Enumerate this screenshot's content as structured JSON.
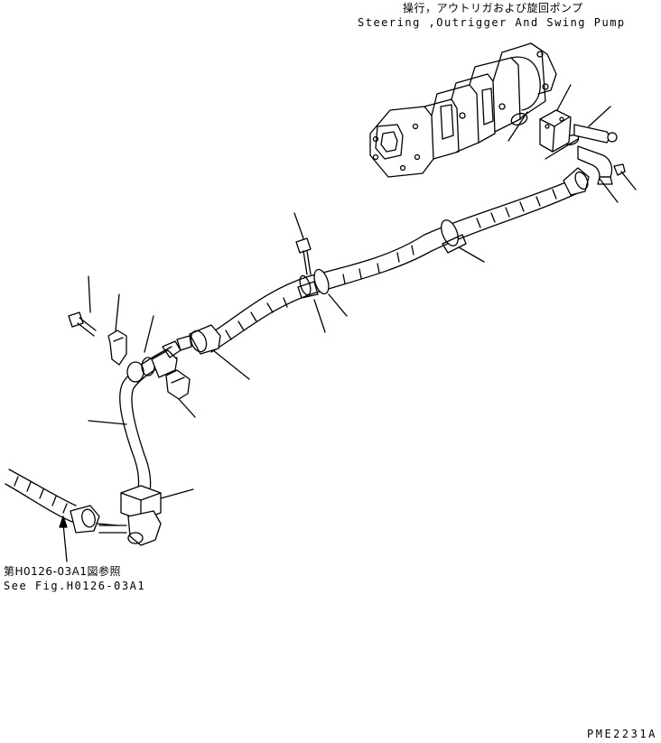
{
  "title": {
    "japanese": "操行，アウトリガおよび旋回ポンプ",
    "english": "Steering ,Outrigger And Swing Pump"
  },
  "reference": {
    "japanese": "第H0126-03A1図参照",
    "english": "See Fig.H0126-03A1"
  },
  "drawing_code": "PME2231A",
  "colors": {
    "ink": "#000000",
    "paper": "#ffffff"
  }
}
